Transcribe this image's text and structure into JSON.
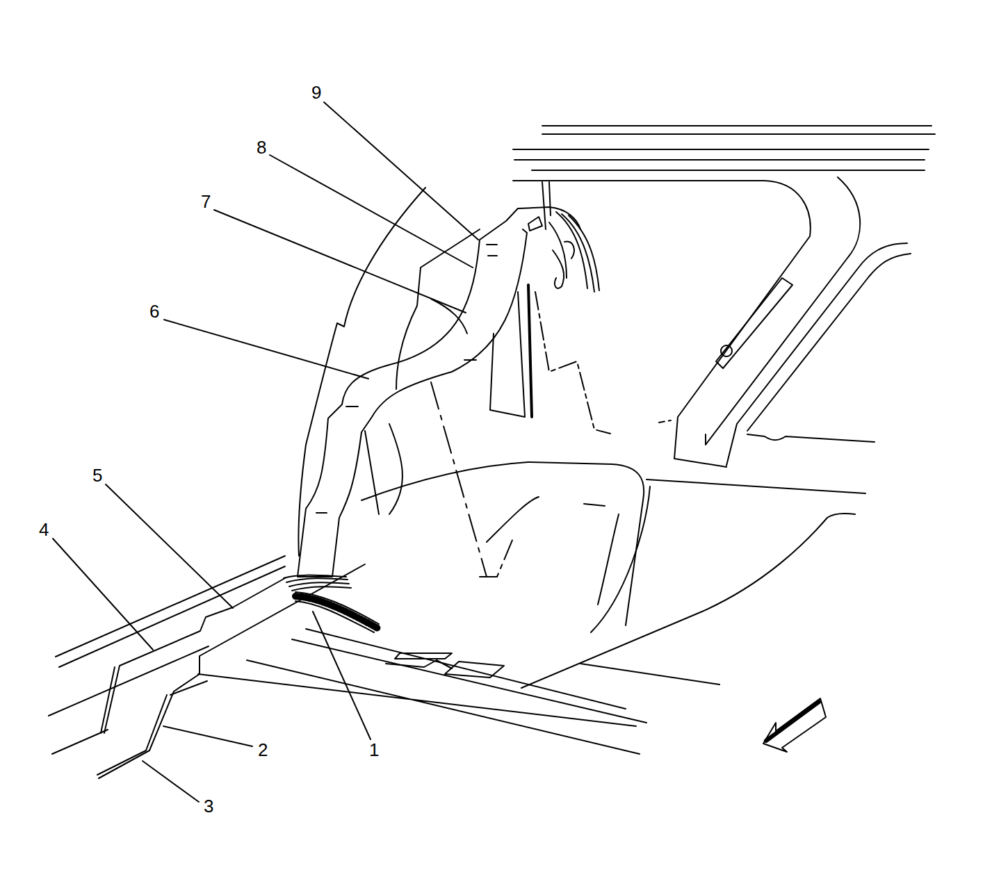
{
  "diagram": {
    "labels": [
      "9",
      "8",
      "7",
      "6",
      "5",
      "4",
      "2",
      "1",
      "3"
    ]
  }
}
